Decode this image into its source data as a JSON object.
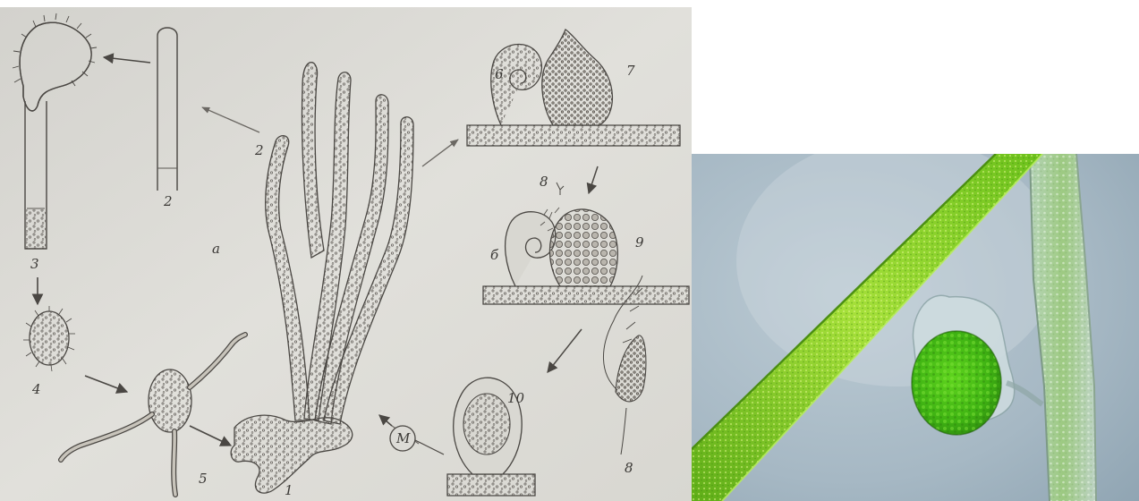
{
  "header_text": "",
  "figure": {
    "labels": {
      "n1": "1",
      "n2_main": "2",
      "n2_zoom": "2",
      "n3": "3",
      "n4": "4",
      "n5": "5",
      "n6": "6",
      "n7": "7",
      "n8_top": "8",
      "n8_bottom": "8",
      "n9": "9",
      "n10": "10",
      "sub_a": "а",
      "sub_b": "б",
      "circle_m": "М"
    }
  },
  "colors": {
    "paper": "#dcdbd6",
    "ink": "#4a4743",
    "photo_bg": "#9fb3bf",
    "filament": "#8ccf2a",
    "oogonium": "#4fc21a"
  }
}
